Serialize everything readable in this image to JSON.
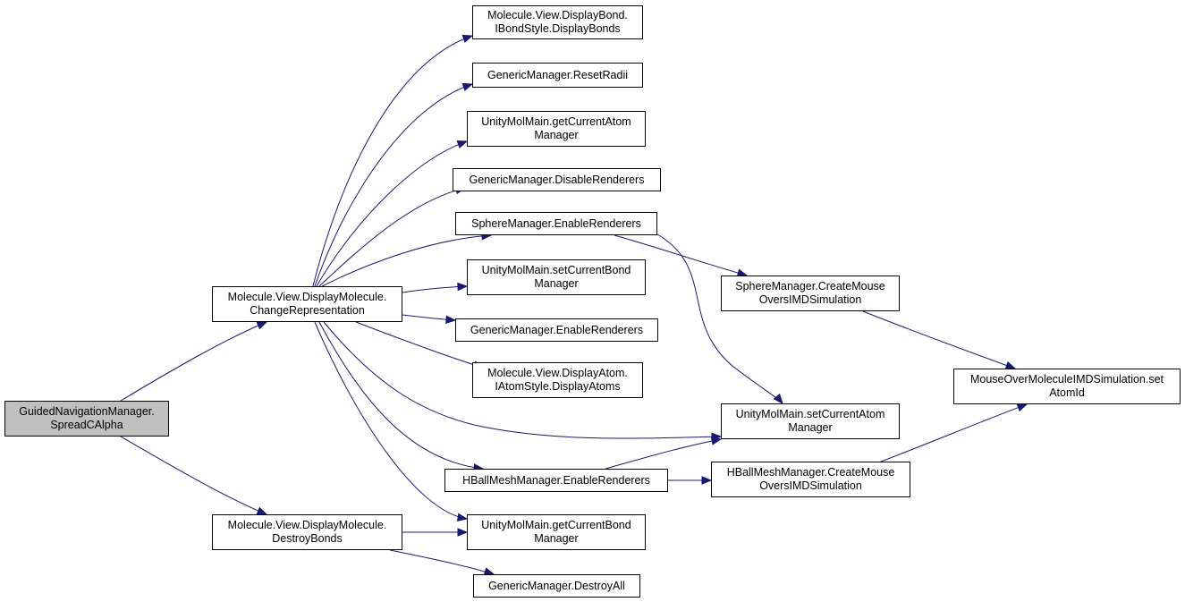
{
  "colors": {
    "edge": "#191970",
    "node_border": "#000000",
    "root_fill": "#bfbfbf",
    "node_fill": "#ffffff"
  },
  "nodes": [
    {
      "id": "root",
      "lines": [
        "GuidedNavigationManager.",
        "SpreadCAlpha"
      ],
      "highlighted": true
    },
    {
      "id": "change_rep",
      "lines": [
        "Molecule.View.DisplayMolecule.",
        "ChangeRepresentation"
      ]
    },
    {
      "id": "destroy_bonds",
      "lines": [
        "Molecule.View.DisplayMolecule.",
        "DestroyBonds"
      ]
    },
    {
      "id": "display_bonds",
      "lines": [
        "Molecule.View.DisplayBond.",
        "IBondStyle.DisplayBonds"
      ]
    },
    {
      "id": "reset_radii",
      "lines": [
        "GenericManager.ResetRadii"
      ]
    },
    {
      "id": "get_atom_mgr",
      "lines": [
        "UnityMolMain.getCurrentAtom",
        "Manager"
      ]
    },
    {
      "id": "disable_renderers",
      "lines": [
        "GenericManager.DisableRenderers"
      ]
    },
    {
      "id": "sphere_enable",
      "lines": [
        "SphereManager.EnableRenderers"
      ]
    },
    {
      "id": "set_bond_mgr",
      "lines": [
        "UnityMolMain.setCurrentBond",
        "Manager"
      ]
    },
    {
      "id": "generic_enable",
      "lines": [
        "GenericManager.EnableRenderers"
      ]
    },
    {
      "id": "display_atoms",
      "lines": [
        "Molecule.View.DisplayAtom.",
        "IAtomStyle.DisplayAtoms"
      ]
    },
    {
      "id": "set_atom_mgr",
      "lines": [
        "UnityMolMain.setCurrentAtom",
        "Manager"
      ]
    },
    {
      "id": "hball_enable",
      "lines": [
        "HBallMeshManager.EnableRenderers"
      ]
    },
    {
      "id": "get_bond_mgr",
      "lines": [
        "UnityMolMain.getCurrentBond",
        "Manager"
      ]
    },
    {
      "id": "destroy_all",
      "lines": [
        "GenericManager.DestroyAll"
      ]
    },
    {
      "id": "sphere_create",
      "lines": [
        "SphereManager.CreateMouse",
        "OversIMDSimulation"
      ]
    },
    {
      "id": "hball_create",
      "lines": [
        "HBallMeshManager.CreateMouse",
        "OversIMDSimulation"
      ]
    },
    {
      "id": "set_atom_id",
      "lines": [
        "MouseOverMoleculeIMDSimulation.set",
        "AtomId"
      ]
    }
  ],
  "edges": [
    [
      "root",
      "change_rep"
    ],
    [
      "root",
      "destroy_bonds"
    ],
    [
      "change_rep",
      "display_bonds"
    ],
    [
      "change_rep",
      "reset_radii"
    ],
    [
      "change_rep",
      "get_atom_mgr"
    ],
    [
      "change_rep",
      "disable_renderers"
    ],
    [
      "change_rep",
      "sphere_enable"
    ],
    [
      "change_rep",
      "set_bond_mgr"
    ],
    [
      "change_rep",
      "generic_enable"
    ],
    [
      "change_rep",
      "display_atoms"
    ],
    [
      "change_rep",
      "set_atom_mgr"
    ],
    [
      "change_rep",
      "hball_enable"
    ],
    [
      "change_rep",
      "get_bond_mgr"
    ],
    [
      "destroy_bonds",
      "get_bond_mgr"
    ],
    [
      "destroy_bonds",
      "destroy_all"
    ],
    [
      "sphere_enable",
      "sphere_create"
    ],
    [
      "sphere_enable",
      "set_atom_mgr"
    ],
    [
      "sphere_create",
      "set_atom_id"
    ],
    [
      "hball_enable",
      "set_atom_mgr"
    ],
    [
      "hball_enable",
      "hball_create"
    ],
    [
      "hball_create",
      "set_atom_id"
    ]
  ]
}
